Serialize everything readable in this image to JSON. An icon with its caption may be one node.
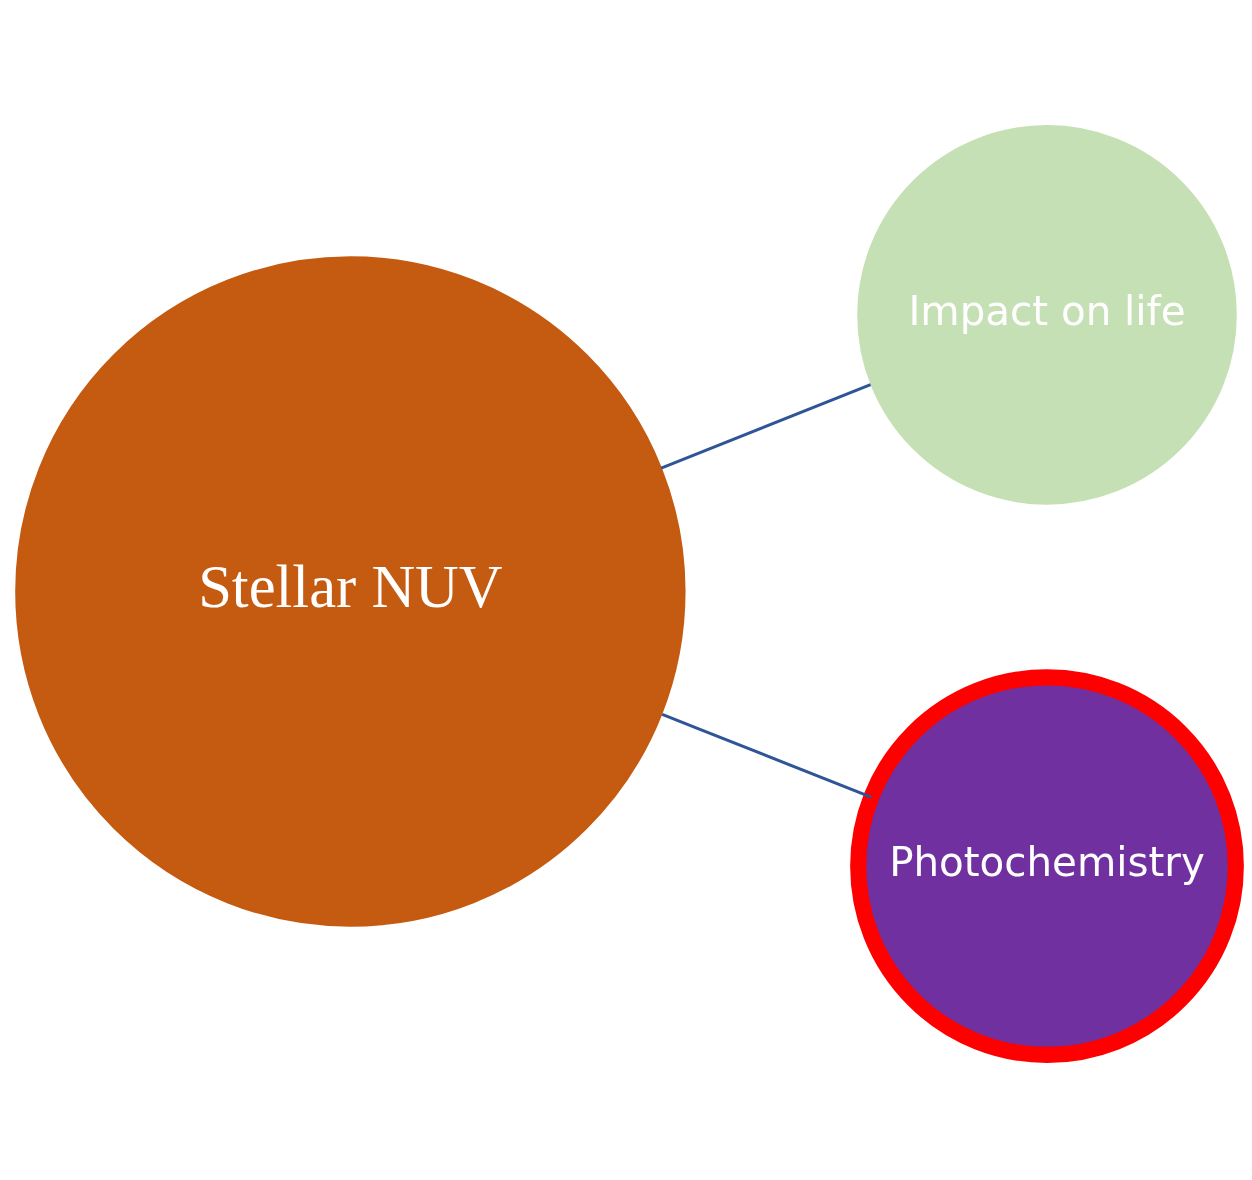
{
  "diagram": {
    "nodes": [
      {
        "text": [
          "Stellar NUV"
        ]
      },
      {
        "text": [
          "Impact on life"
        ]
      },
      {
        "text": [
          "Photochemistry"
        ]
      }
    ],
    "edges": [
      {
        "from": 0,
        "to": 1,
        "arrow": "none"
      },
      {
        "from": 0,
        "to": 2,
        "arrow": "none"
      }
    ]
  }
}
